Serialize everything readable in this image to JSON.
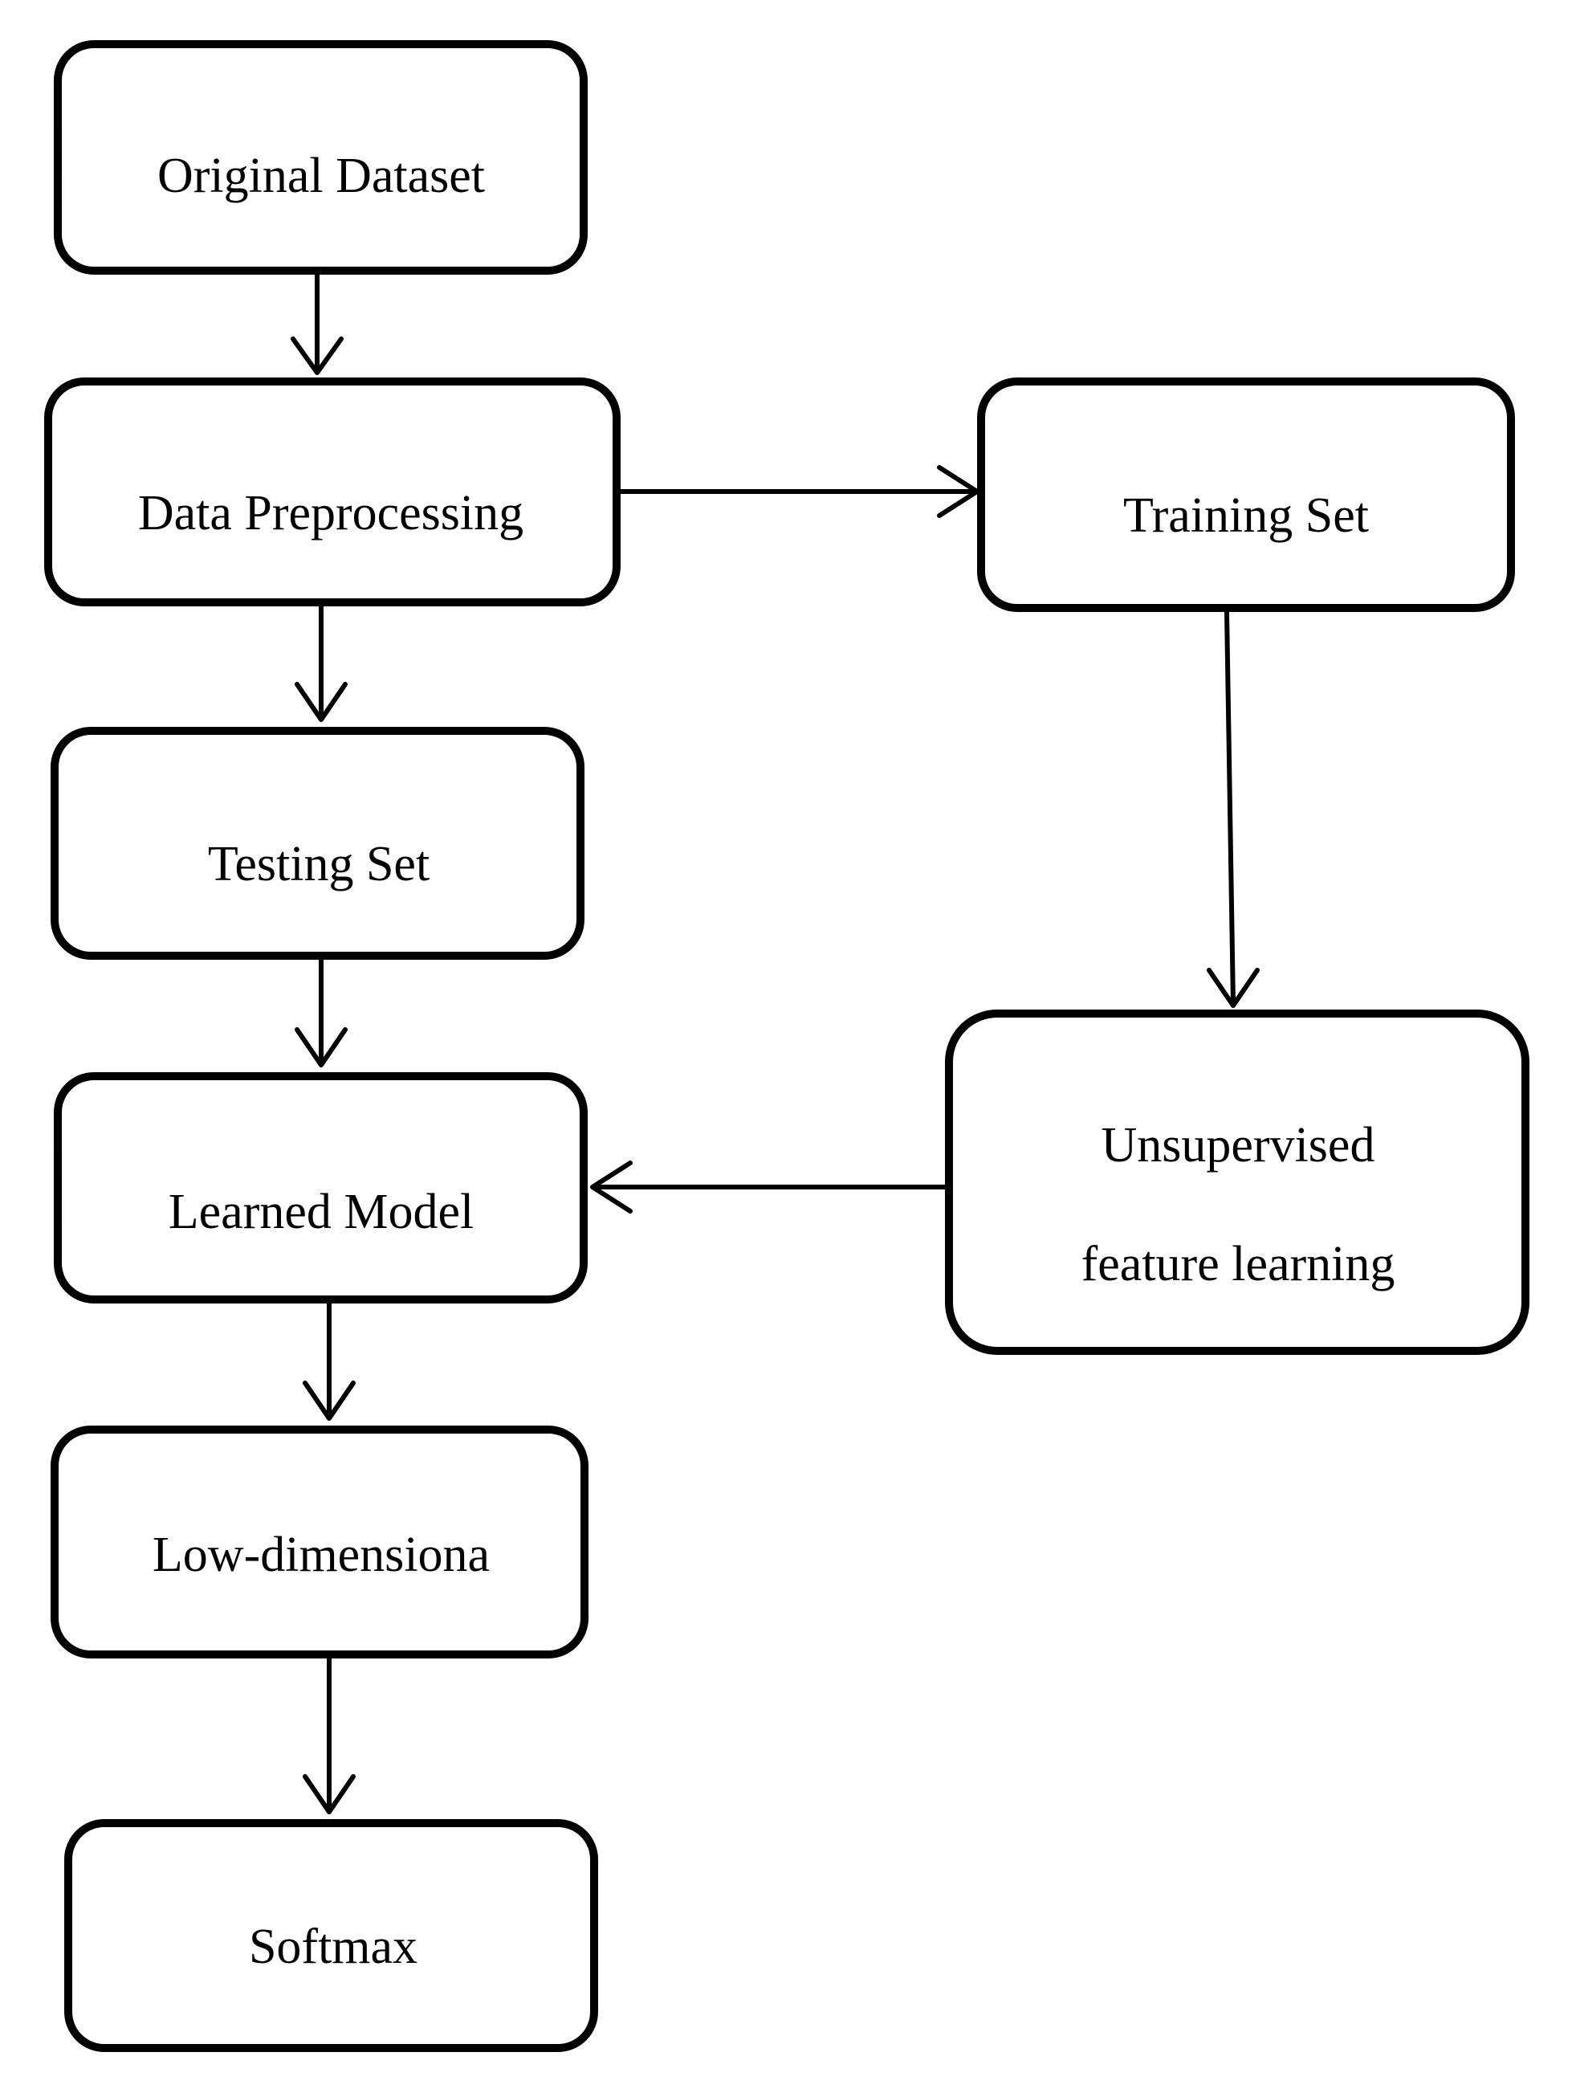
{
  "nodes": {
    "original_dataset": "Original Dataset",
    "data_preprocessing": "Data Preprocessing",
    "training_set": "Training Set",
    "testing_set": "Testing Set",
    "unsupervised_line1": "Unsupervised",
    "unsupervised_line2": "feature learning",
    "learned_model": "Learned Model",
    "low_dimensional": "Low-dimensiona",
    "softmax": "Softmax"
  },
  "edges": [
    {
      "from": "Original Dataset",
      "to": "Data Preprocessing"
    },
    {
      "from": "Data Preprocessing",
      "to": "Training Set"
    },
    {
      "from": "Data Preprocessing",
      "to": "Testing Set"
    },
    {
      "from": "Training Set",
      "to": "Unsupervised feature learning"
    },
    {
      "from": "Unsupervised feature learning",
      "to": "Learned Model"
    },
    {
      "from": "Testing Set",
      "to": "Learned Model"
    },
    {
      "from": "Learned Model",
      "to": "Low-dimensiona"
    },
    {
      "from": "Low-dimensiona",
      "to": "Softmax"
    }
  ],
  "colors": {
    "stroke": "#000000",
    "background": "#ffffff"
  }
}
